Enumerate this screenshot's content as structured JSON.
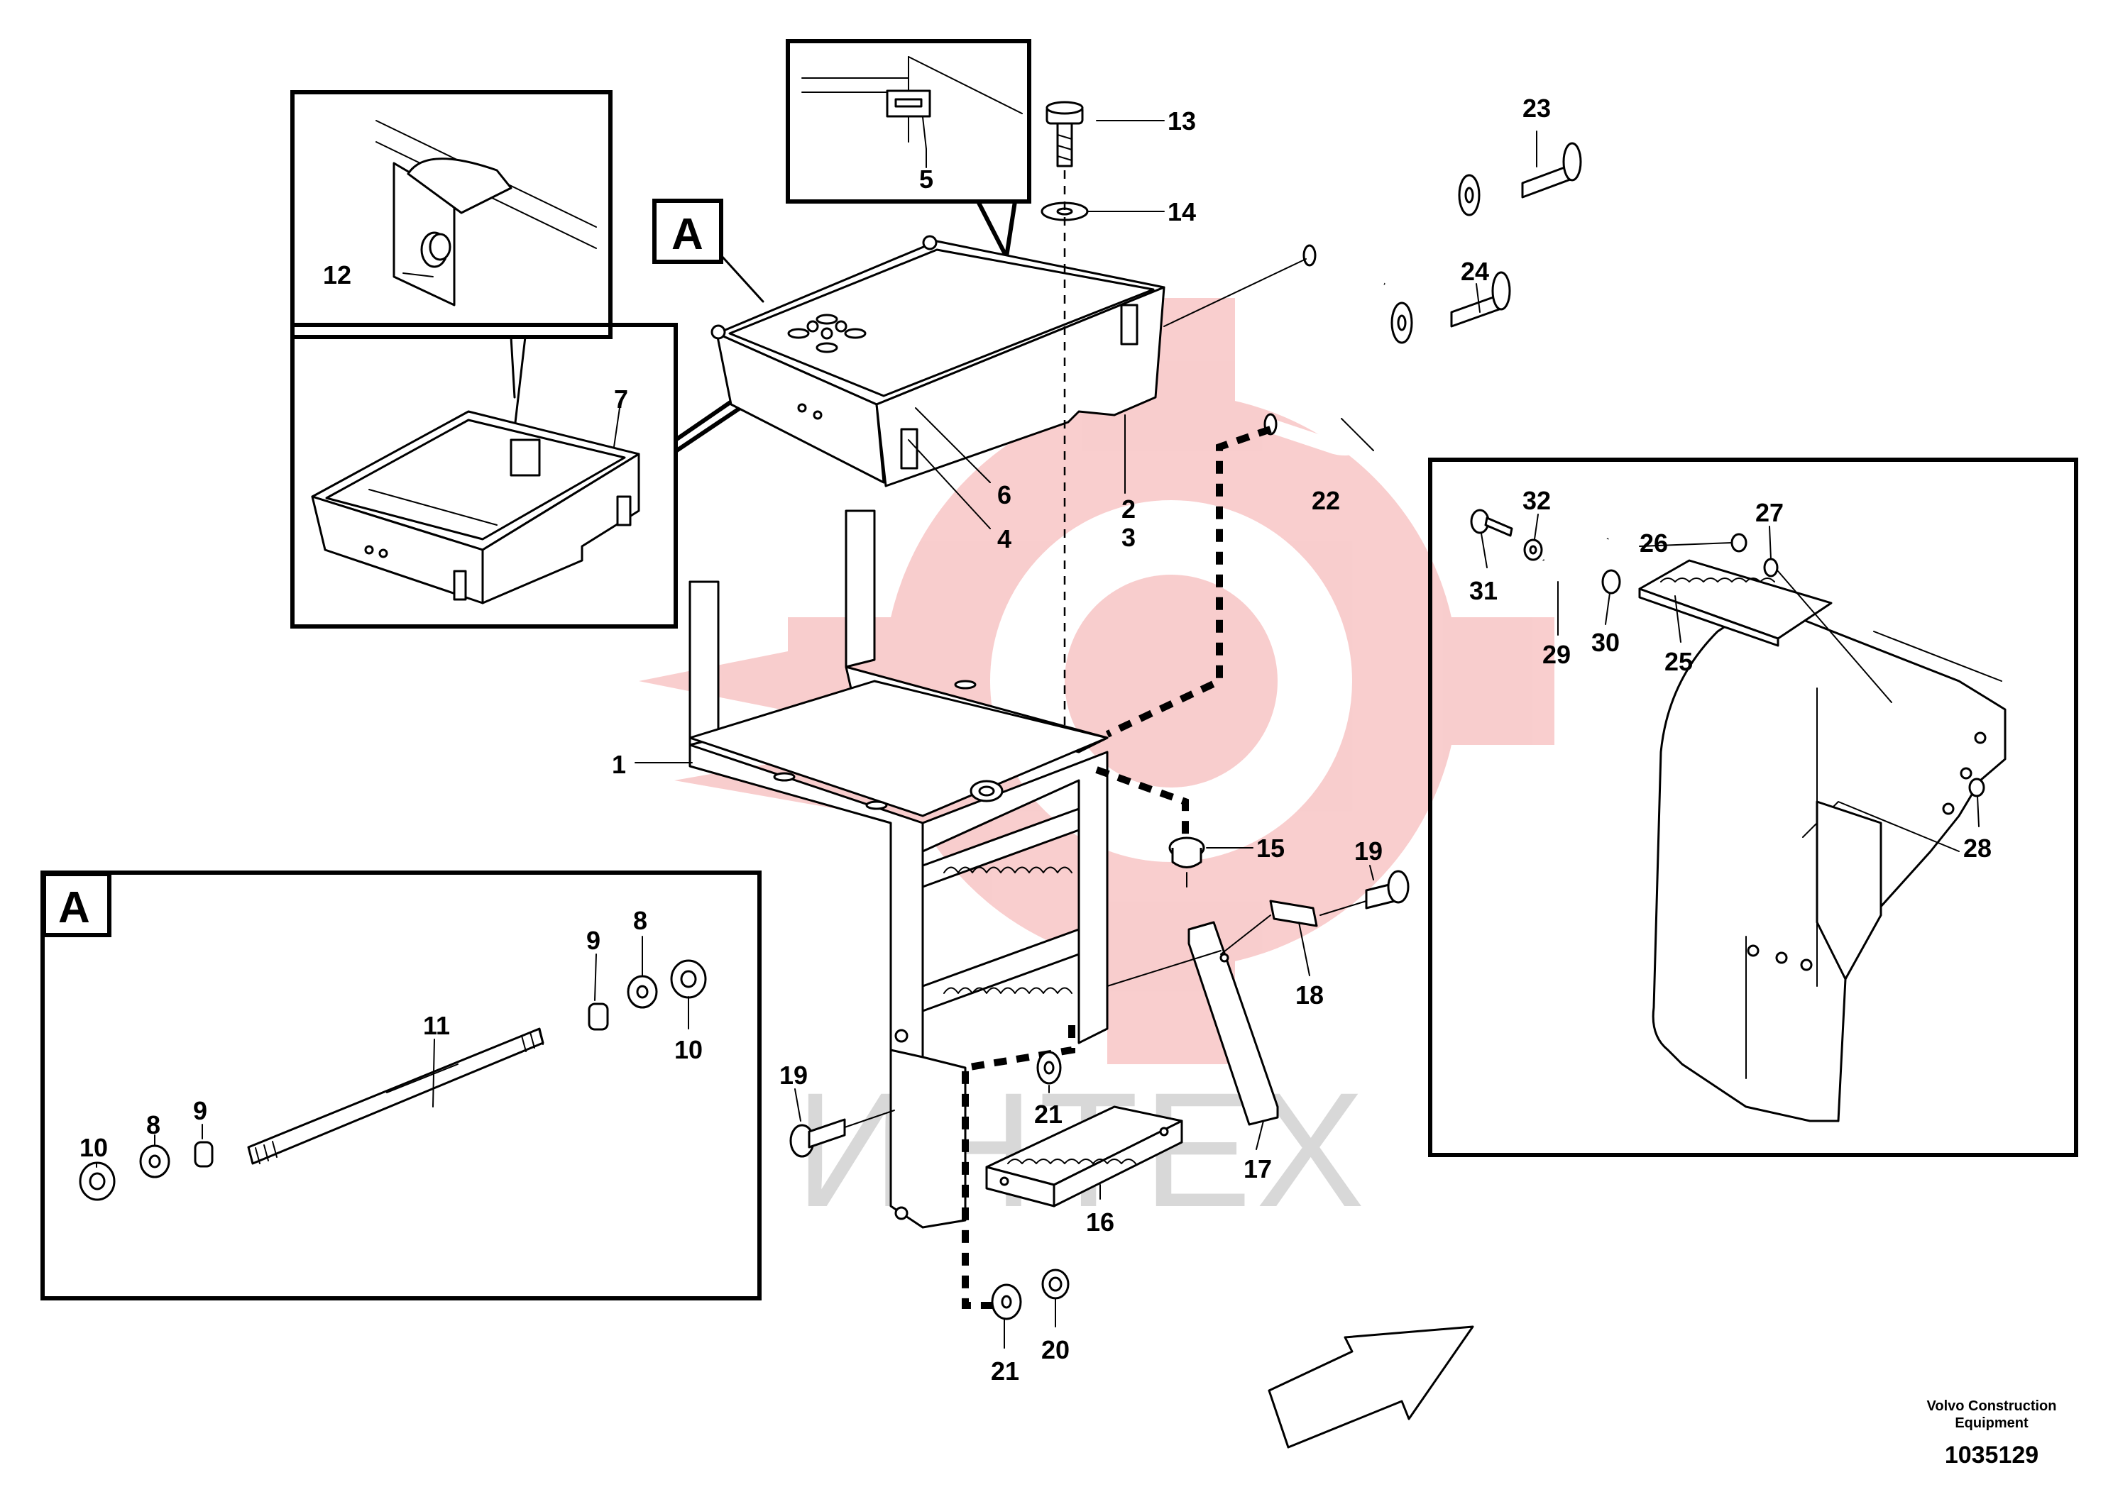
{
  "view_marker": "A",
  "detail_marker": "A",
  "watermark_text": "ИНТЕХ",
  "footer": {
    "company_line1": "Volvo Construction",
    "company_line2": "Equipment",
    "drawing_number": "1035129"
  },
  "callouts": {
    "c1": "1",
    "c2": "2",
    "c3": "3",
    "c4": "4",
    "c5": "5",
    "c6": "6",
    "c7": "7",
    "c8a": "8",
    "c8b": "8",
    "c9a": "9",
    "c9b": "9",
    "c10a": "10",
    "c10b": "10",
    "c11": "11",
    "c12": "12",
    "c13": "13",
    "c14": "14",
    "c15": "15",
    "c16": "16",
    "c17": "17",
    "c18": "18",
    "c19a": "19",
    "c19b": "19",
    "c20": "20",
    "c21a": "21",
    "c21b": "21",
    "c22": "22",
    "c23": "23",
    "c24": "24",
    "c25": "25",
    "c26": "26",
    "c27": "27",
    "c28": "28",
    "c29": "29",
    "c30": "30",
    "c31": "31",
    "c32": "32"
  },
  "colors": {
    "ink": "#000000",
    "watermark_red": "#f4a6a6",
    "watermark_gray": "#d8d8d8"
  }
}
